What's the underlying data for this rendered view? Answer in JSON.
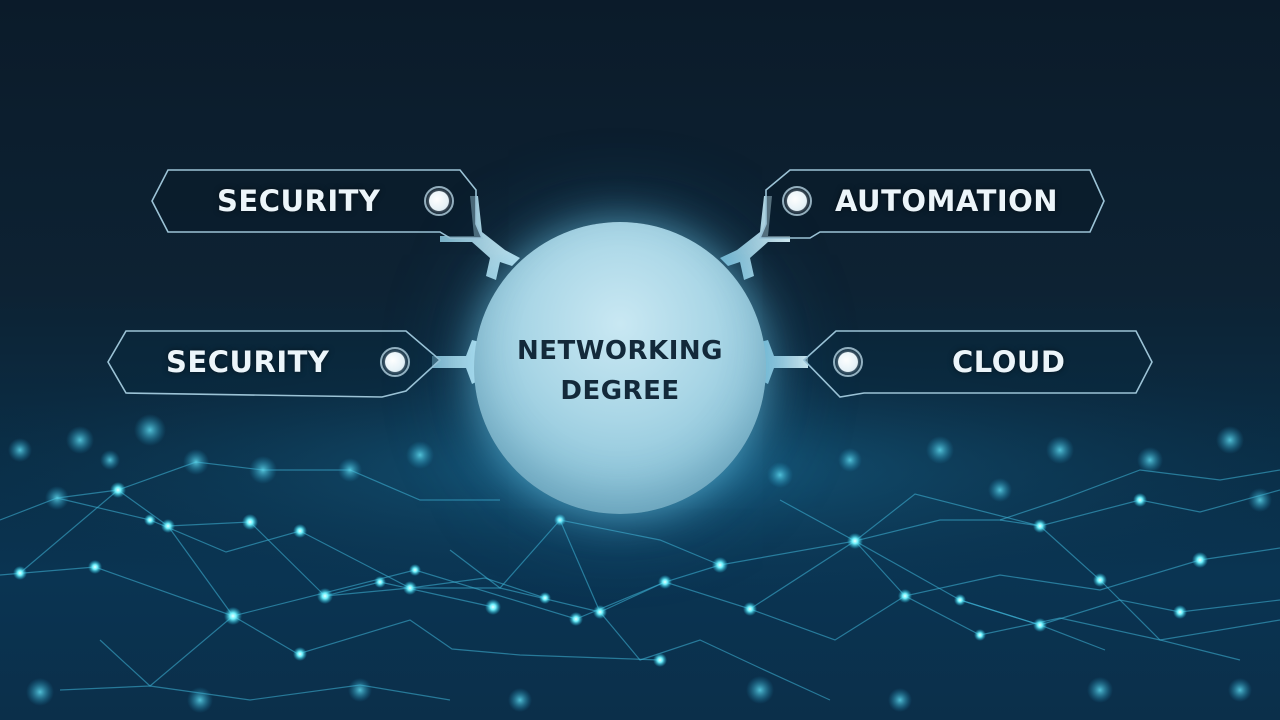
{
  "hub": {
    "line1": "NETWORKING",
    "line2": "DEGREE"
  },
  "tags": {
    "top_left": {
      "label": "SECURITY"
    },
    "top_right": {
      "label": "AUTOMATION"
    },
    "bottom_left": {
      "label": "SECURITY"
    },
    "bottom_right": {
      "label": "CLOUD"
    }
  },
  "colors": {
    "background_top": "#0b1b2a",
    "background_bottom": "#0a3452",
    "node_glow": "#5fe3f5",
    "hub_fill": "#a9d6e6",
    "tag_border": "#9cc3d6",
    "tag_text": "#ecf5fa",
    "hub_text": "#13293a"
  }
}
